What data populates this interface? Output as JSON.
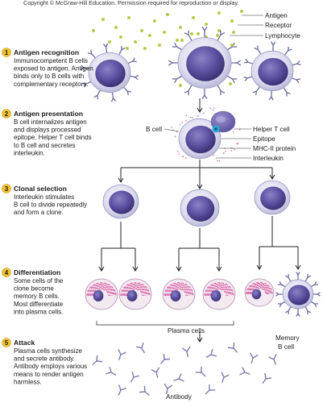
{
  "copyright": "Copyright © McGraw-Hill Education. Permission required for reproduction or display.",
  "labels": {
    "antigen": "Antigen",
    "receptor": "Receptor",
    "lymphocyte": "Lymphocyte",
    "helper_t_cell": "Helper T cell",
    "epitope": "Epitope",
    "b_cell": "B cell",
    "mhc_ii_protein": "MHC-II protein",
    "interleukin": "Interleukin",
    "memory_b_cell_line1": "Memory",
    "memory_b_cell_line2": "B cell",
    "plasma_cells": "Plasma cells",
    "antibody": "Antibody"
  },
  "steps": [
    {
      "number": "1",
      "title": "Antigen recognition",
      "lines": [
        "Immunocompetent B cells",
        "exposed to antigen. Antigen",
        "binds only to B cells with",
        "complementary receptors."
      ]
    },
    {
      "number": "2",
      "title": "Antigen presentation",
      "lines": [
        "B cell internalizes antigen",
        "and displays processed",
        "epitope. Helper T cell binds",
        "to B cell and secretes",
        "interleukin."
      ]
    },
    {
      "number": "3",
      "title": "Clonal selection",
      "lines": [
        "Interleukin stimulates",
        "B cell to divide repeatedly",
        "and form a clone."
      ]
    },
    {
      "number": "4",
      "title": "Differentiation",
      "lines": [
        "Some cells of the",
        "clone become",
        "memory B cells.",
        "Most differentiate",
        "into plasma cells."
      ]
    },
    {
      "number": "5",
      "title": "Attack",
      "lines": [
        "Plasma cells synthesize",
        "and secrete antibody.",
        "Antibody employs various",
        "means to render antigen",
        "harmless."
      ]
    }
  ],
  "colors": {
    "cell_body": "#c9c9e6",
    "nucleus": "#5a4f9e",
    "receptor": "#6a6aa0",
    "antigen": "#b8c94a",
    "plasma_er": "#d6529b",
    "step_circle": "#f2c230",
    "interleukin": "#d988b0",
    "mhc": "#2aa8d8"
  }
}
